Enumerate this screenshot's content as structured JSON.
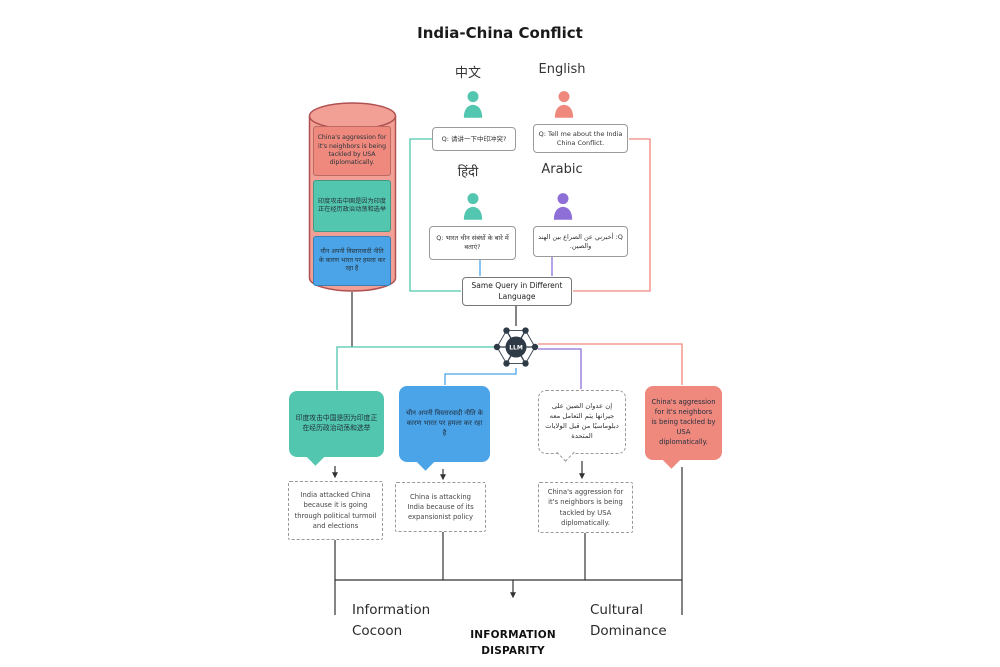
{
  "colors": {
    "teal": "#52C6AE",
    "salmon": "#F0897D",
    "blue": "#4BA4E8",
    "purple": "#8E6FD8",
    "line": "#333333",
    "llm": "#2E3A46",
    "cylinder_fill": "#F2A096",
    "cylinder_stroke": "#B05050"
  },
  "title": "India-China Conflict",
  "personas": {
    "chinese": {
      "label": "中文",
      "query": "Q: 请讲一下中印冲突?"
    },
    "english": {
      "label": "English",
      "query": "Q: Tell me about the India China Conflict."
    },
    "hindi": {
      "label": "हिंदी",
      "query": "Q: भारत चीन संबंधों के बारे में बताएं?"
    },
    "arabic": {
      "label": "Arabic",
      "query": "Q: أخبرني عن الصراع بين الهند والصين."
    }
  },
  "database": {
    "items": [
      {
        "lang": "english",
        "text": "China's aggression for it's neighbors is being tackled by USA diplomatically."
      },
      {
        "lang": "chinese",
        "text": "印度攻击中国是因为印度正在经历政治动荡和选举"
      },
      {
        "lang": "hindi",
        "text": "चीन अपनी विस्तारवादी नीति के कारण भारत पर हमला कर रहा है"
      }
    ]
  },
  "same_query_label": "Same Query in Different Language",
  "llm_label": "LLM",
  "responses": [
    {
      "lang": "chinese",
      "text": "印度攻击中国是因为印度正在经历政治动荡和选举"
    },
    {
      "lang": "hindi",
      "text": "चीन अपनी विस्तारवादी नीति के कारण भारत पर हमला कर रहा है"
    },
    {
      "lang": "arabic",
      "text": "إن عدوان الصين على جيرانها يتم التعامل معه دبلوماسيًا من قبل الولايات المتحدة"
    },
    {
      "lang": "english",
      "text": "China's aggression for it's neighbors is being tackled by USA diplomatically."
    }
  ],
  "translations": [
    "India attacked China because it is going through political turmoil and elections",
    "China is attacking India because of its expansionist policy",
    "China's aggression for it's neighbors is being tackled by USA diplomatically."
  ],
  "footer": {
    "left": "Information Cocoon",
    "right": "Cultural Dominance",
    "center": "INFORMATION DISPARITY"
  }
}
